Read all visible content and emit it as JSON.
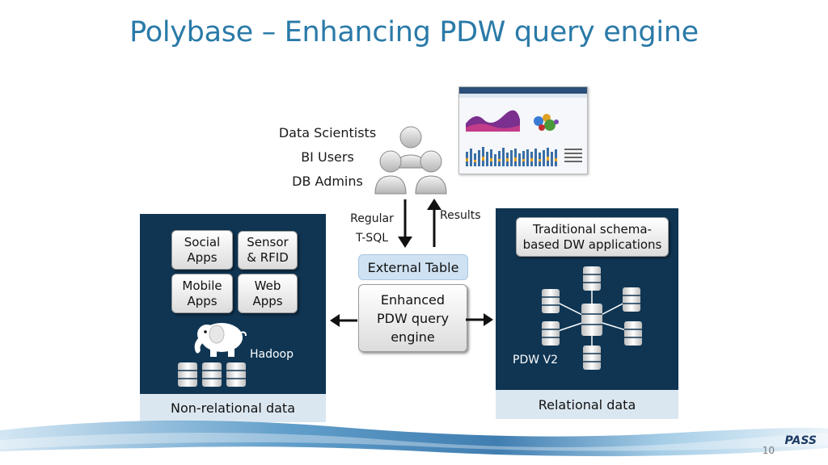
{
  "title": "Polybase – Enhancing PDW query engine",
  "users": {
    "lines": [
      "Data Scientists",
      "BI Users",
      "DB Admins"
    ],
    "icon": "users-group-icon"
  },
  "flow": {
    "request_label": "Regular\nT-SQL",
    "results_label": "Results"
  },
  "center": {
    "external_table": "External Table",
    "engine": "Enhanced\nPDW query\nengine"
  },
  "non_relational": {
    "items": [
      "Social\nApps",
      "Sensor\n& RFID",
      "Mobile\nApps",
      "Web\nApps"
    ],
    "hadoop_label": "Hadoop",
    "footer": "Non-relational data"
  },
  "relational": {
    "app_box": "Traditional schema-\nbased DW applications",
    "pdw_label": "PDW V2",
    "footer": "Relational data"
  },
  "page_number": "10",
  "logo_text": "PASS",
  "colors": {
    "title": "#2a7aa8",
    "panel": "#0f3553",
    "footer": "#dbe7f0",
    "external_table": "#cfe2f3"
  }
}
